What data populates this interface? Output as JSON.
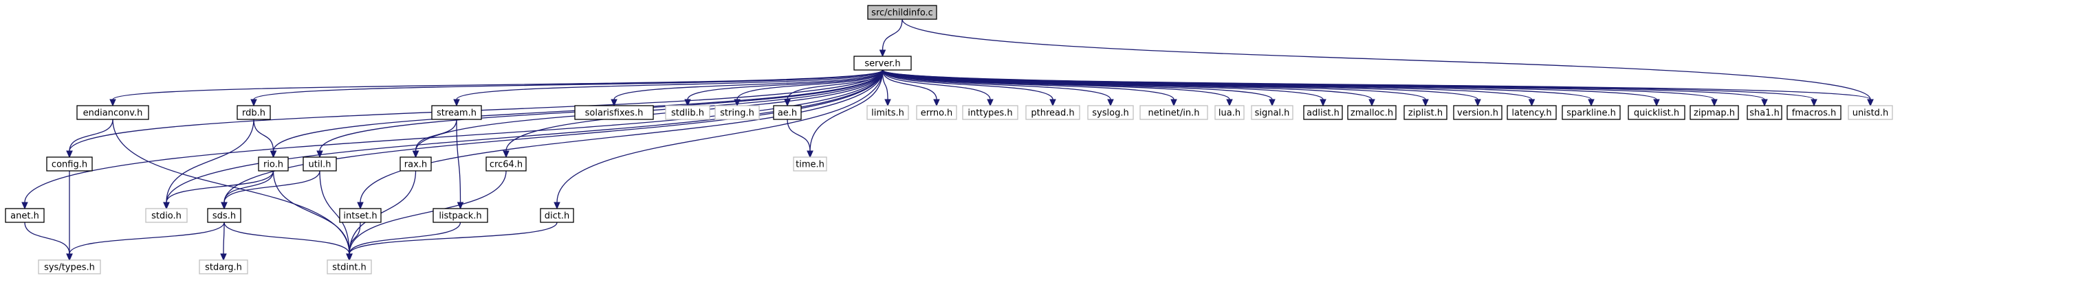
{
  "graph": {
    "root": "src/childinfo.c",
    "nodes": [
      {
        "id": "childinfo",
        "label": "src/childinfo.c",
        "kind": "root"
      },
      {
        "id": "server",
        "label": "server.h",
        "kind": "doc"
      },
      {
        "id": "anet",
        "label": "anet.h",
        "kind": "doc"
      },
      {
        "id": "config",
        "label": "config.h",
        "kind": "doc"
      },
      {
        "id": "endianconv",
        "label": "endianconv.h",
        "kind": "doc"
      },
      {
        "id": "rdb",
        "label": "rdb.h",
        "kind": "doc"
      },
      {
        "id": "rio",
        "label": "rio.h",
        "kind": "doc"
      },
      {
        "id": "util",
        "label": "util.h",
        "kind": "doc"
      },
      {
        "id": "sds",
        "label": "sds.h",
        "kind": "doc"
      },
      {
        "id": "intset",
        "label": "intset.h",
        "kind": "doc"
      },
      {
        "id": "stream",
        "label": "stream.h",
        "kind": "doc"
      },
      {
        "id": "rax",
        "label": "rax.h",
        "kind": "doc"
      },
      {
        "id": "listpack",
        "label": "listpack.h",
        "kind": "doc"
      },
      {
        "id": "crc64",
        "label": "crc64.h",
        "kind": "doc"
      },
      {
        "id": "dict",
        "label": "dict.h",
        "kind": "doc"
      },
      {
        "id": "solarisfixes",
        "label": "solarisfixes.h",
        "kind": "doc"
      },
      {
        "id": "ae",
        "label": "ae.h",
        "kind": "doc"
      },
      {
        "id": "adlist",
        "label": "adlist.h",
        "kind": "doc"
      },
      {
        "id": "zmalloc",
        "label": "zmalloc.h",
        "kind": "doc"
      },
      {
        "id": "ziplist",
        "label": "ziplist.h",
        "kind": "doc"
      },
      {
        "id": "version",
        "label": "version.h",
        "kind": "doc"
      },
      {
        "id": "latency",
        "label": "latency.h",
        "kind": "doc"
      },
      {
        "id": "sparkline",
        "label": "sparkline.h",
        "kind": "doc"
      },
      {
        "id": "quicklist",
        "label": "quicklist.h",
        "kind": "doc"
      },
      {
        "id": "zipmap",
        "label": "zipmap.h",
        "kind": "doc"
      },
      {
        "id": "sha1",
        "label": "sha1.h",
        "kind": "doc"
      },
      {
        "id": "fmacros",
        "label": "fmacros.h",
        "kind": "doc"
      },
      {
        "id": "unistd",
        "label": "unistd.h",
        "kind": "ext"
      },
      {
        "id": "systypes",
        "label": "sys/types.h",
        "kind": "ext"
      },
      {
        "id": "stdio",
        "label": "stdio.h",
        "kind": "ext"
      },
      {
        "id": "stdarg",
        "label": "stdarg.h",
        "kind": "ext"
      },
      {
        "id": "stdint",
        "label": "stdint.h",
        "kind": "ext"
      },
      {
        "id": "stdlib",
        "label": "stdlib.h",
        "kind": "ext"
      },
      {
        "id": "string",
        "label": "string.h",
        "kind": "ext"
      },
      {
        "id": "time",
        "label": "time.h",
        "kind": "ext"
      },
      {
        "id": "limits",
        "label": "limits.h",
        "kind": "ext"
      },
      {
        "id": "errno",
        "label": "errno.h",
        "kind": "ext"
      },
      {
        "id": "inttypes",
        "label": "inttypes.h",
        "kind": "ext"
      },
      {
        "id": "pthread",
        "label": "pthread.h",
        "kind": "ext"
      },
      {
        "id": "syslog",
        "label": "syslog.h",
        "kind": "ext"
      },
      {
        "id": "netinet",
        "label": "netinet/in.h",
        "kind": "ext"
      },
      {
        "id": "lua",
        "label": "lua.h",
        "kind": "ext"
      },
      {
        "id": "signal",
        "label": "signal.h",
        "kind": "ext"
      }
    ],
    "edges": [
      [
        "childinfo",
        "server"
      ],
      [
        "childinfo",
        "unistd"
      ],
      [
        "server",
        "anet"
      ],
      [
        "server",
        "config"
      ],
      [
        "server",
        "endianconv"
      ],
      [
        "server",
        "rdb"
      ],
      [
        "server",
        "stdio"
      ],
      [
        "server",
        "sds"
      ],
      [
        "server",
        "rio"
      ],
      [
        "server",
        "util"
      ],
      [
        "server",
        "intset"
      ],
      [
        "server",
        "stream"
      ],
      [
        "server",
        "rax"
      ],
      [
        "server",
        "crc64"
      ],
      [
        "server",
        "dict"
      ],
      [
        "server",
        "solarisfixes"
      ],
      [
        "server",
        "stdlib"
      ],
      [
        "server",
        "string"
      ],
      [
        "server",
        "ae"
      ],
      [
        "server",
        "time"
      ],
      [
        "server",
        "limits"
      ],
      [
        "server",
        "errno"
      ],
      [
        "server",
        "inttypes"
      ],
      [
        "server",
        "pthread"
      ],
      [
        "server",
        "syslog"
      ],
      [
        "server",
        "netinet"
      ],
      [
        "server",
        "lua"
      ],
      [
        "server",
        "signal"
      ],
      [
        "server",
        "adlist"
      ],
      [
        "server",
        "zmalloc"
      ],
      [
        "server",
        "ziplist"
      ],
      [
        "server",
        "version"
      ],
      [
        "server",
        "latency"
      ],
      [
        "server",
        "sparkline"
      ],
      [
        "server",
        "quicklist"
      ],
      [
        "server",
        "zipmap"
      ],
      [
        "server",
        "sha1"
      ],
      [
        "server",
        "fmacros"
      ],
      [
        "server",
        "unistd"
      ],
      [
        "anet",
        "systypes"
      ],
      [
        "config",
        "systypes"
      ],
      [
        "endianconv",
        "config"
      ],
      [
        "endianconv",
        "stdint"
      ],
      [
        "rdb",
        "stdio"
      ],
      [
        "rdb",
        "rio"
      ],
      [
        "rio",
        "stdio"
      ],
      [
        "rio",
        "sds"
      ],
      [
        "rio",
        "stdint"
      ],
      [
        "util",
        "sds"
      ],
      [
        "util",
        "stdint"
      ],
      [
        "sds",
        "systypes"
      ],
      [
        "sds",
        "stdarg"
      ],
      [
        "sds",
        "stdint"
      ],
      [
        "intset",
        "stdint"
      ],
      [
        "stream",
        "rax"
      ],
      [
        "stream",
        "listpack"
      ],
      [
        "rax",
        "stdint"
      ],
      [
        "listpack",
        "stdint"
      ],
      [
        "crc64",
        "stdint"
      ],
      [
        "dict",
        "stdint"
      ],
      [
        "ae",
        "time"
      ]
    ]
  }
}
